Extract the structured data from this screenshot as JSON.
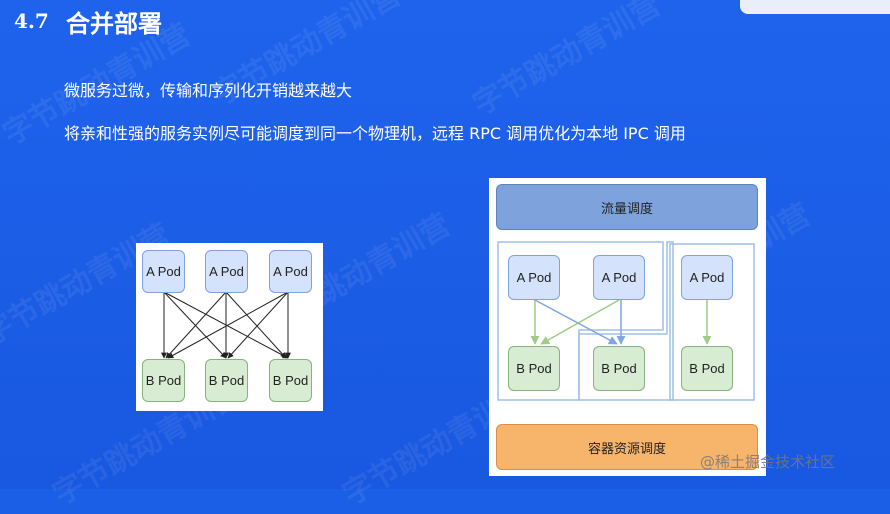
{
  "slide": {
    "section_number": "4.7",
    "title": "合并部署",
    "bullets": [
      "微服务过微，传输和序列化开销越来越大",
      "将亲和性强的服务实例尽可能调度到同一个物理机，远程 RPC 调用优化为本地 IPC 调用"
    ],
    "watermark_text": "字节跳动青训营"
  },
  "diagram_left": {
    "pods_top": [
      "A Pod",
      "A Pod",
      "A Pod"
    ],
    "pods_bottom": [
      "B Pod",
      "B Pod",
      "B Pod"
    ]
  },
  "diagram_right": {
    "top_band": "流量调度",
    "bottom_band": "容器资源调度",
    "pods_top": [
      "A Pod",
      "A Pod",
      "A Pod"
    ],
    "pods_bottom": [
      "B Pod",
      "B Pod",
      "B Pod"
    ]
  },
  "credit": "@稀土掘金技术社区",
  "colors": {
    "background": "#1f63ec",
    "pod_a_fill": "#d4e2fb",
    "pod_b_fill": "#d8ebd3",
    "traffic_band": "#7ea3dc",
    "resource_band": "#f7b46b",
    "group_outline": "#9fbfe8",
    "affinity_arrow": "#9ccc86",
    "cross_arrow": "#7fa6e0"
  }
}
